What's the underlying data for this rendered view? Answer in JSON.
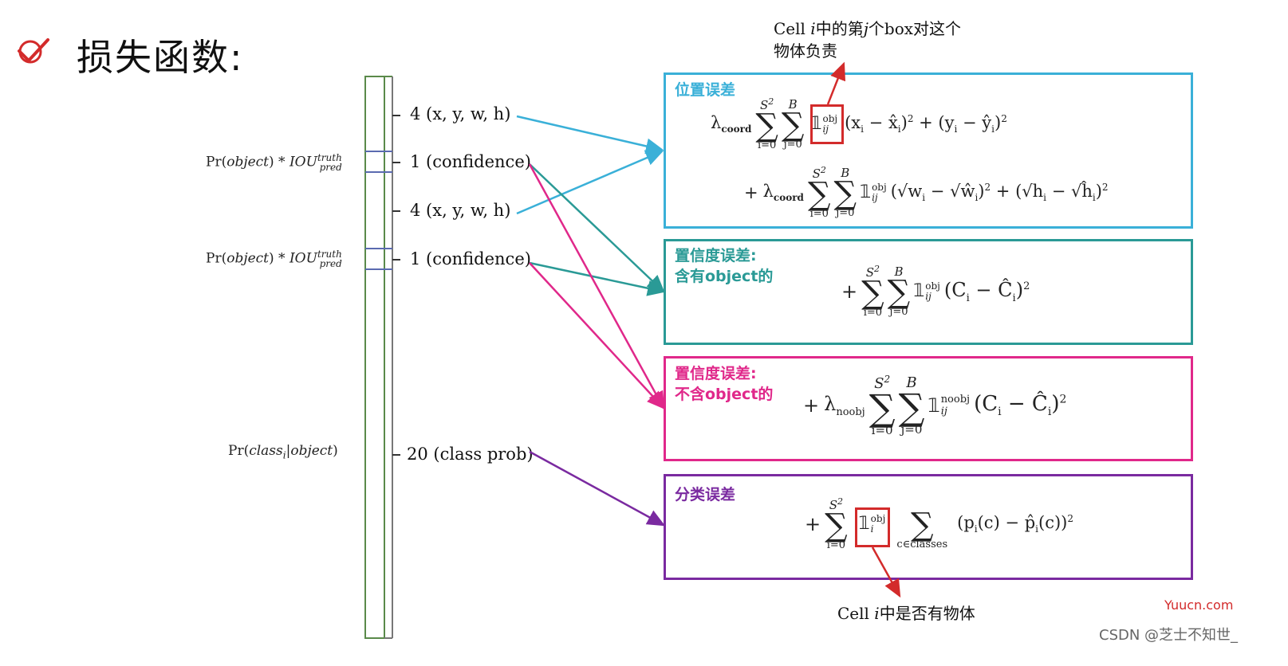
{
  "title": "损失函数:",
  "icons": {
    "check": "checkmark-icon"
  },
  "colors": {
    "position": "#3ab0d8",
    "conf_obj": "#2a9a96",
    "conf_noobj": "#e0288a",
    "class": "#7a2aa0",
    "red": "#d32b2b",
    "vector": "#5a8a4a"
  },
  "vector_rows": [
    {
      "label": "4 (x, y, w, h)"
    },
    {
      "label": "1 (confidence)"
    },
    {
      "label": "4 (x, y, w, h)"
    },
    {
      "label": "1 (confidence)"
    },
    {
      "label": "20 (class prob)"
    }
  ],
  "left_labels": {
    "conf1": {
      "pr": "Pr(",
      "obj": "object",
      "close": ") * ",
      "iou": "IOU",
      "sup": "truth",
      "sub": "pred"
    },
    "conf2": {
      "pr": "Pr(",
      "obj": "object",
      "close": ") * ",
      "iou": "IOU",
      "sup": "truth",
      "sub": "pred"
    },
    "class": {
      "pr": "Pr(",
      "cls": "class",
      "clssub": "i",
      "mid": "|",
      "obj": "object",
      "close": ")"
    }
  },
  "boxes": {
    "position": {
      "label1": "位置误差"
    },
    "conf_obj": {
      "label1": "置信度误差:",
      "label2": "含有object的"
    },
    "conf_noobj": {
      "label1": "置信度误差:",
      "label2": "不含object的"
    },
    "class": {
      "label1": "分类误差"
    }
  },
  "formula_text": {
    "lambda_coord": "λ",
    "coord": "coord",
    "lambda_noobj": "λ",
    "noobj_sub": "noobj",
    "S2": "S",
    "sq": "2",
    "B": "B",
    "i0": "i=0",
    "j0": "j=0",
    "one": "𝟙",
    "obj": "obj",
    "noobj": "noobj",
    "ij": "ij",
    "i": "i",
    "cclasses": "c∈classes",
    "pos_t1": "(x",
    "pos_t2": " − x̂",
    "pos_t3": ")",
    "pos_t4": " + (y",
    "pos_t5": " − ŷ",
    "pos_t6": ")",
    "plus": "+",
    "wh_text": "(√w",
    "wh2": " − √ŵ",
    "wh3": ")",
    "wh4": " + (√h",
    "wh5": " − √ĥ",
    "wh6": ")",
    "conf_text": "(C",
    "conf2": " − Ĉ",
    "conf3": ")",
    "class_text": "(p",
    "class2": "(c) − p̂",
    "class3": "(c))"
  },
  "annotations": {
    "top_line1": "Cell ",
    "top_i": "i",
    "top_mid": "中的第",
    "top_j": "j",
    "top_end": "个box对这个",
    "top_line2": "物体负责",
    "bottom_pre": "Cell ",
    "bottom_i": "i",
    "bottom_post": "中是否有物体"
  },
  "watermark": {
    "yuucn": "Yuucn.com",
    "csdn": "CSDN @芝士不知世_"
  }
}
